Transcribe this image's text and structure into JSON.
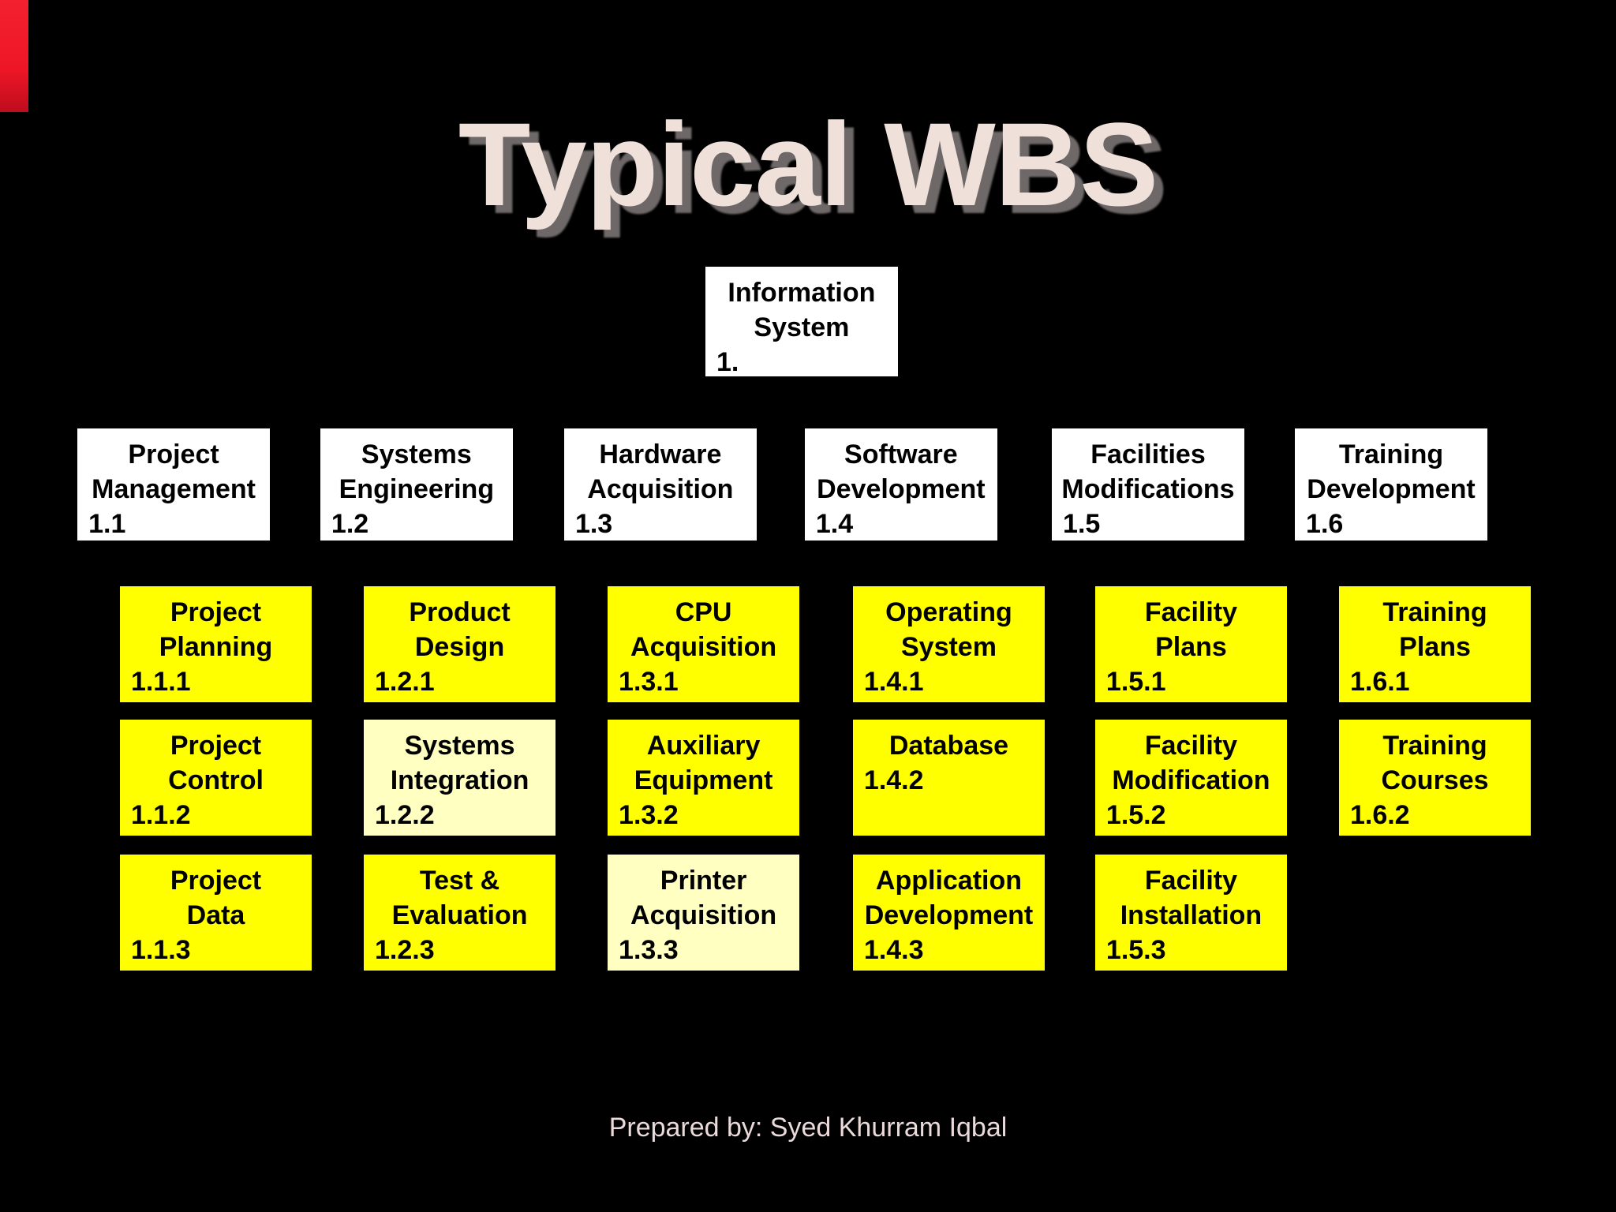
{
  "slide": {
    "title": "Typical WBS",
    "footer": "Prepared by: Syed Khurram Iqbal"
  },
  "colors": {
    "background": "#000000",
    "parent_box": "#ffffff",
    "child_box": "#ffff00",
    "child_box_pale": "#ffffc2",
    "box_text": "#000000",
    "title_text": "#efe0da",
    "title_shadow": "#6e6868",
    "footer_text": "#eadada",
    "red_marker": "#ee1626"
  },
  "tree": {
    "root": {
      "title": "Information\nSystem",
      "number": "1."
    },
    "columns": [
      {
        "parent": {
          "title": "Project\nManagement",
          "number": "1.1"
        },
        "children": [
          {
            "title": "Project\nPlanning",
            "number": "1.1.1"
          },
          {
            "title": "Project\nControl",
            "number": "1.1.2"
          },
          {
            "title": "Project\nData",
            "number": "1.1.3"
          }
        ]
      },
      {
        "parent": {
          "title": "Systems\nEngineering",
          "number": "1.2"
        },
        "children": [
          {
            "title": "Product\nDesign",
            "number": "1.2.1"
          },
          {
            "title": "Systems\nIntegration",
            "number": "1.2.2"
          },
          {
            "title": "Test &\nEvaluation",
            "number": "1.2.3"
          }
        ]
      },
      {
        "parent": {
          "title": "Hardware\nAcquisition",
          "number": "1.3"
        },
        "children": [
          {
            "title": "CPU\nAcquisition",
            "number": "1.3.1"
          },
          {
            "title": "Auxiliary\nEquipment",
            "number": "1.3.2"
          },
          {
            "title": "Printer\nAcquisition",
            "number": "1.3.3"
          }
        ]
      },
      {
        "parent": {
          "title": "Software\nDevelopment",
          "number": "1.4"
        },
        "children": [
          {
            "title": "Operating\nSystem",
            "number": "1.4.1"
          },
          {
            "title": "Database",
            "number": "1.4.2"
          },
          {
            "title": "Application\nDevelopment",
            "number": "1.4.3"
          }
        ]
      },
      {
        "parent": {
          "title": "Facilities\nModifications",
          "number": "1.5"
        },
        "children": [
          {
            "title": "Facility\nPlans",
            "number": "1.5.1"
          },
          {
            "title": "Facility\nModification",
            "number": "1.5.2"
          },
          {
            "title": "Facility\nInstallation",
            "number": "1.5.3"
          }
        ]
      },
      {
        "parent": {
          "title": "Training\nDevelopment",
          "number": "1.6"
        },
        "children": [
          {
            "title": "Training\nPlans",
            "number": "1.6.1"
          },
          {
            "title": "Training\nCourses",
            "number": "1.6.2"
          }
        ]
      }
    ]
  }
}
